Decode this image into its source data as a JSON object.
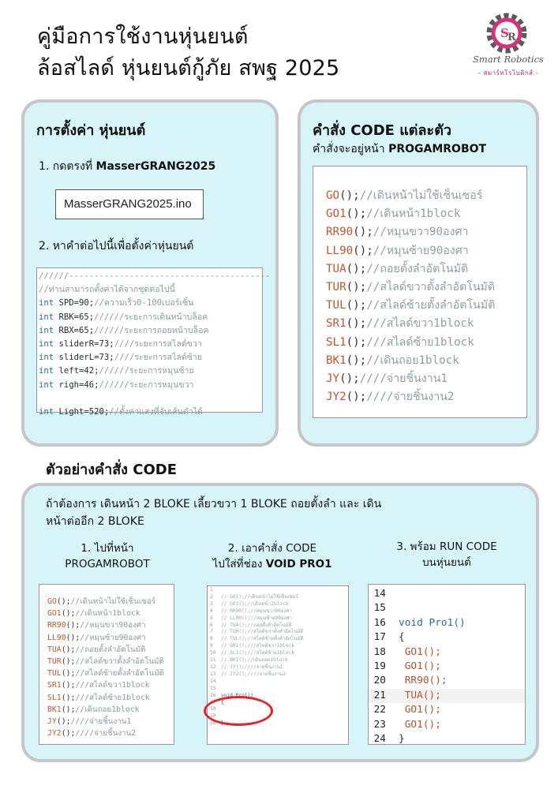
{
  "header": {
    "title_line1": "คู่มือการใช้งานหุ่นยนต์",
    "title_line2": "ล้อสไลด์ หุ่นยนต์กู้ภัย สพฐ 2025",
    "logo_text": "Smart Robotics",
    "logo_sub": "- สมาร์ทโรโบติกส์ -",
    "logo_colors": {
      "gear": "#5a5a5a",
      "accent": "#d6317a"
    }
  },
  "setup": {
    "heading": "การตั้งค่า หุ่นยนต์",
    "step1_prefix": "1.  กดตรงที่ ",
    "step1_target": "MasserGRANG2025",
    "file_name": "MasserGRANG2025.ino",
    "step2": "2.  หาคำต่อไปนี้เพื่อตั้งค่าหุ่นยนต์",
    "code": [
      {
        "type": "comment",
        "text": "//////----------------------------------------"
      },
      {
        "type": "comment",
        "text": "//ท่านสามารถตั้งค่าได้จากชุดต่อไปนี้"
      },
      {
        "type": "decl",
        "kw": "int",
        "text": " SPD=90;",
        "comment": "//ความเร็ว0-100เปอร์เซ็น"
      },
      {
        "type": "decl",
        "kw": "int",
        "text": " RBK=65;",
        "comment": "//////ระยะการเดินหน้าบล็อค"
      },
      {
        "type": "decl",
        "kw": "int",
        "text": " RBX=65;",
        "comment": "//////ระยะการถอยหน้าบล็อค"
      },
      {
        "type": "decl",
        "kw": "int",
        "text": " sliderR=73;",
        "comment": "////ระยะการสไลด์ขวา"
      },
      {
        "type": "decl",
        "kw": "int",
        "text": " sliderL=73;",
        "comment": "////ระยะการสไลด์ซ้าย"
      },
      {
        "type": "decl",
        "kw": "int",
        "text": " left=42;",
        "comment": "//////ระยะการหมุนซ้าย"
      },
      {
        "type": "decl",
        "kw": "int",
        "text": " righ=46;",
        "comment": "//////ระยะการหมุนขวา"
      },
      {
        "type": "blank",
        "text": ""
      },
      {
        "type": "decl",
        "kw": "int",
        "text": " Light=520;",
        "comment": "//ตั้งค่าแสงที่จับเส้นดำได้"
      }
    ]
  },
  "commands": {
    "heading": "คำสั่ง CODE แต่ละตัว",
    "sub_prefix": "คำสั่งจะอยู่หน้า ",
    "sub_target": "PROGAMROBOT",
    "list": [
      {
        "fn": "GO",
        "args": "();",
        "comment": "//เดินหน้าไม่ใช้เซ็นเซอร์"
      },
      {
        "fn": "GO1",
        "args": "();",
        "comment": "//เดินหน้า1block"
      },
      {
        "fn": "RR90",
        "args": "();",
        "comment": "//หมุนขวา90องศา"
      },
      {
        "fn": "LL90",
        "args": "();",
        "comment": "//หมุนซ้าย90องศา"
      },
      {
        "fn": "TUA",
        "args": "();",
        "comment": "//ถอยตั้งลำอัตโนมัติ"
      },
      {
        "fn": "TUR",
        "args": "();",
        "comment": "//สไลด์ขวาตั้งลำอัตโนมัติ"
      },
      {
        "fn": "TUL",
        "args": "();",
        "comment": "//สไลด์ซ้ายตั้งลำอัตโนมัติ"
      },
      {
        "fn": "SR1",
        "args": "();",
        "comment": "///สไลด์ขวา1block"
      },
      {
        "fn": "SL1",
        "args": "();",
        "comment": "///สไลด์ซ้าย1block"
      },
      {
        "fn": "BK1",
        "args": "();",
        "comment": "//เดินถอย1block"
      },
      {
        "fn": "JY",
        "args": "();",
        "comment": "////จ่ายชิ้นงาน1"
      },
      {
        "fn": "JY2",
        "args": "();",
        "comment": "////จ่ายชิ้นงาน2"
      }
    ]
  },
  "example": {
    "heading": "ตัวอย่างคำสั่ง CODE",
    "desc_line1": "ถ้าต้องการ เดินหน้า 2 BLOKE เลี้ยวขวา 1  BLOKE ถอยตั้งลำ และ เดิน",
    "desc_line2": "หน้าต่ออีก 2 BLOKE",
    "step1_line1": "1. ไปที่หน้า",
    "step1_line2": "PROGAMROBOT",
    "step2_line1": "2. เอาคำสั่ง CODE",
    "step2_line2_prefix": "ไปใส่ที่ช่อง ",
    "step2_line2_target": "VOID PRO1",
    "step3_line1": "3. พร้อม RUN CODE",
    "step3_line2": "บนหุ่นยนต์",
    "editor_lines": [
      {
        "n": "1",
        "text": ""
      },
      {
        "n": "2",
        "text": "// GO();//เดินหน้าไม่ใช้เซ็นเซอร์"
      },
      {
        "n": "3",
        "text": "// GO1();//เดินหน้า1block"
      },
      {
        "n": "4",
        "text": "// RR90();//หมุนขวา90องศา"
      },
      {
        "n": "5",
        "text": "// LL90();//หมุนซ้าย90องศา"
      },
      {
        "n": "6",
        "text": "// TUA();//ถอยตั้งลำอัตโนมัติ"
      },
      {
        "n": "7",
        "text": "// TUR();//สไลด์ขวาตั้งลำอัตโนมัติ"
      },
      {
        "n": "8",
        "text": "// TUL();//สไลด์ซ้ายตั้งลำอัตโนมัติ"
      },
      {
        "n": "9",
        "text": "// SR1();///สไลด์ขวา1block"
      },
      {
        "n": "10",
        "text": "// SL1();///สไลด์ซ้าย1block"
      },
      {
        "n": "11",
        "text": "// BK1();//เดินถอย1block"
      },
      {
        "n": "12",
        "text": "// JY();////จ่ายชิ้นงาน1"
      },
      {
        "n": "13",
        "text": "// JY2();////จ่ายชิ้นงาน2"
      },
      {
        "n": "14",
        "text": ""
      },
      {
        "n": "15",
        "text": ""
      },
      {
        "n": "16",
        "text": "void Pro1()"
      },
      {
        "n": "17",
        "text": "{"
      },
      {
        "n": "18",
        "text": ""
      },
      {
        "n": "19",
        "text": ""
      },
      {
        "n": "20",
        "text": "}"
      }
    ],
    "result_lines": [
      {
        "n": "14",
        "text": ""
      },
      {
        "n": "15",
        "text": ""
      },
      {
        "n": "16",
        "text": "void Pro1()"
      },
      {
        "n": "17",
        "text": "{"
      },
      {
        "n": "18",
        "text": " GO1();"
      },
      {
        "n": "19",
        "text": " GO1();"
      },
      {
        "n": "20",
        "text": " RR90();"
      },
      {
        "n": "21",
        "text": " TUA();"
      },
      {
        "n": "22",
        "text": " GO1();"
      },
      {
        "n": "23",
        "text": " GO1();"
      },
      {
        "n": "24",
        "text": "}"
      }
    ]
  }
}
